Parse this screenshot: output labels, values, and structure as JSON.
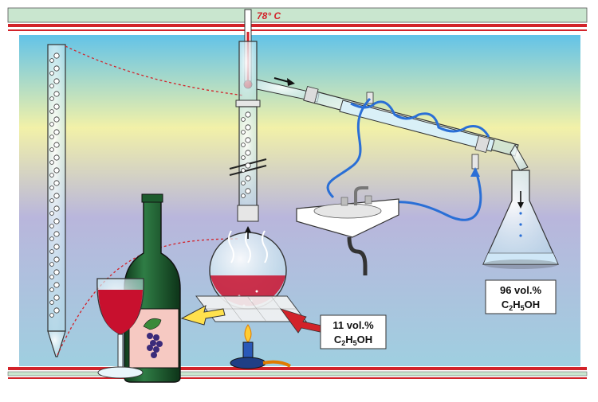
{
  "thermometer": {
    "reading": "78° C"
  },
  "flask_label": {
    "line1": "11 vol.%",
    "formula_main": "C",
    "sub1": "2",
    "formula_mid": "H",
    "sub2": "5",
    "formula_end": "OH"
  },
  "receiver_label": {
    "line1": "96 vol.%",
    "formula_main": "C",
    "sub1": "2",
    "formula_mid": "H",
    "sub2": "5",
    "formula_end": "OH"
  },
  "colors": {
    "rail_red": "#d2232a",
    "rail_green": "#c9e6cf",
    "wine": "#c8102e",
    "bottle": "#1d5c2e",
    "water": "#2a6fd6",
    "distillate": "#cfe7f7"
  }
}
